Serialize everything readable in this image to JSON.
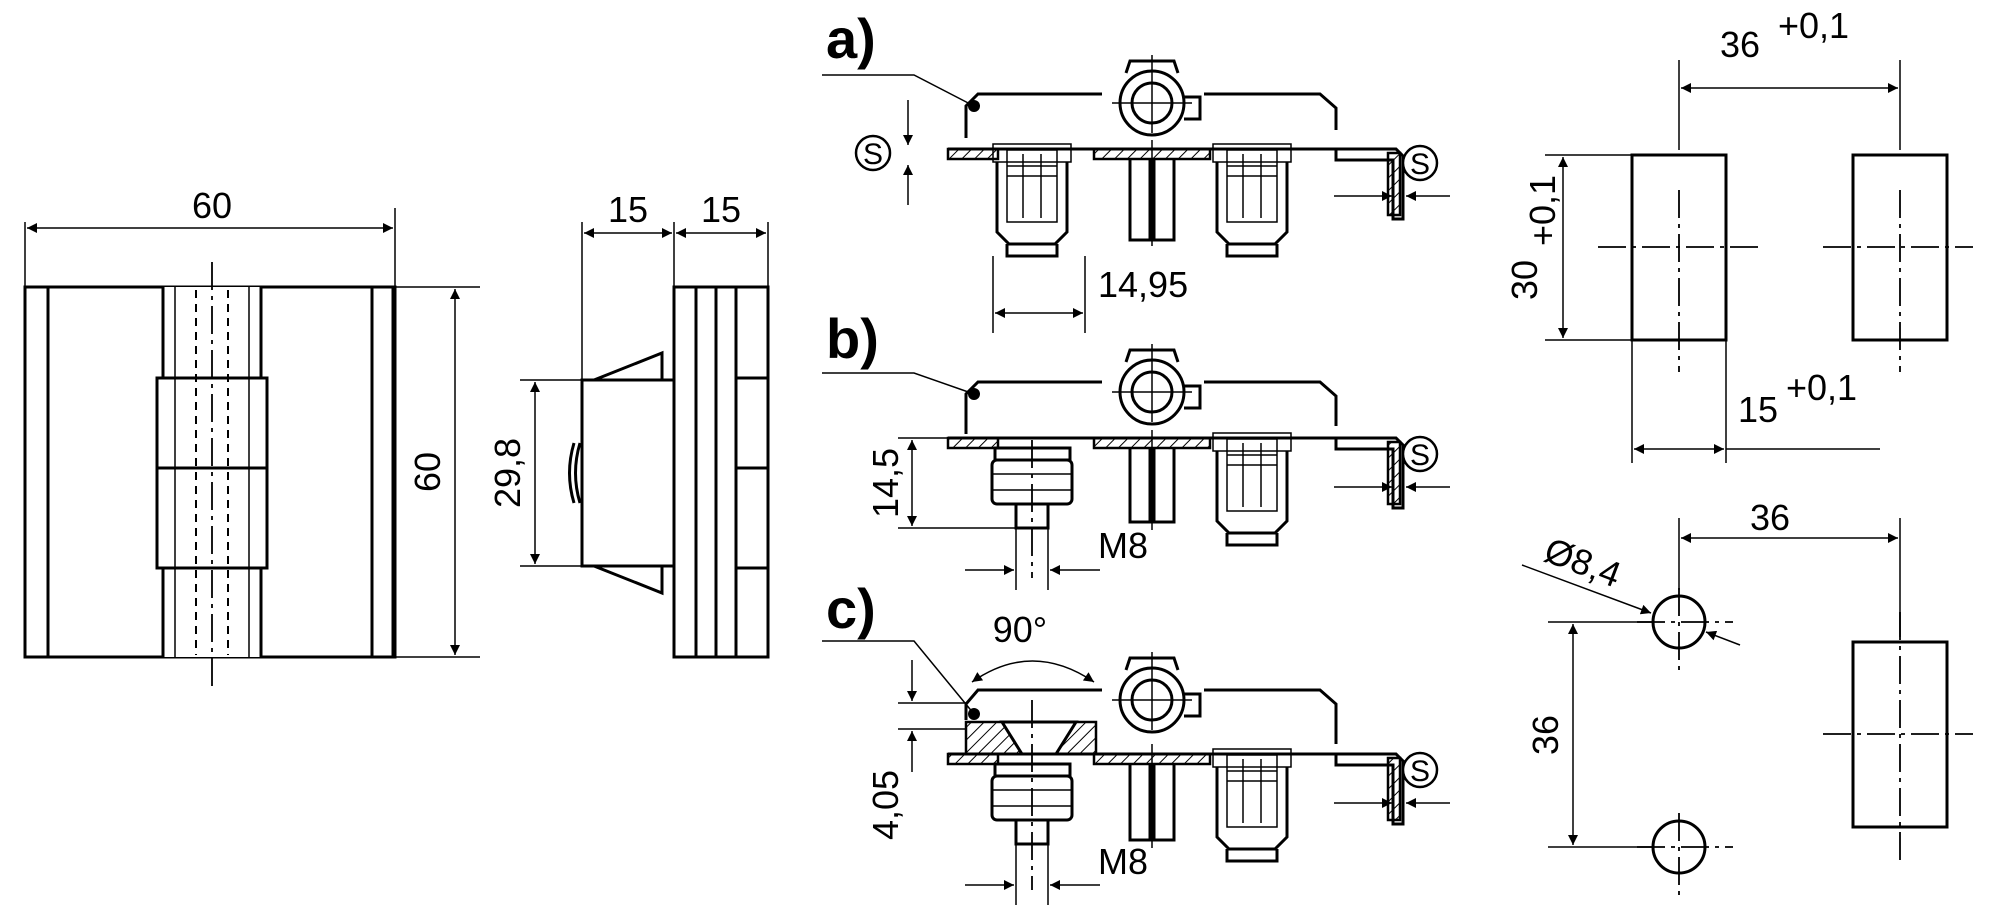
{
  "drawing": {
    "front_view": {
      "width_label": "60",
      "height_label": "60"
    },
    "side_view": {
      "leaf_label_1": "15",
      "leaf_label_2": "15",
      "height_label": "29,8"
    },
    "variants": [
      {
        "label": "a)",
        "dims": [
          "14,95"
        ],
        "symbol": "S"
      },
      {
        "label": "b)",
        "dims": [
          "14,5",
          "M8"
        ],
        "symbol": "S"
      },
      {
        "label": "c)",
        "dims": [
          "90°",
          "4,05",
          "M8"
        ],
        "symbol": "S"
      }
    ],
    "cutout_top": {
      "spacing": "36",
      "spacing_tol": "+0,1",
      "height": "30",
      "height_tol": "+0,1",
      "width": "15",
      "width_tol": "+0,1"
    },
    "cutout_bottom": {
      "spacing_h": "36",
      "spacing_v": "36",
      "hole_diameter": "Ø8,4"
    }
  }
}
